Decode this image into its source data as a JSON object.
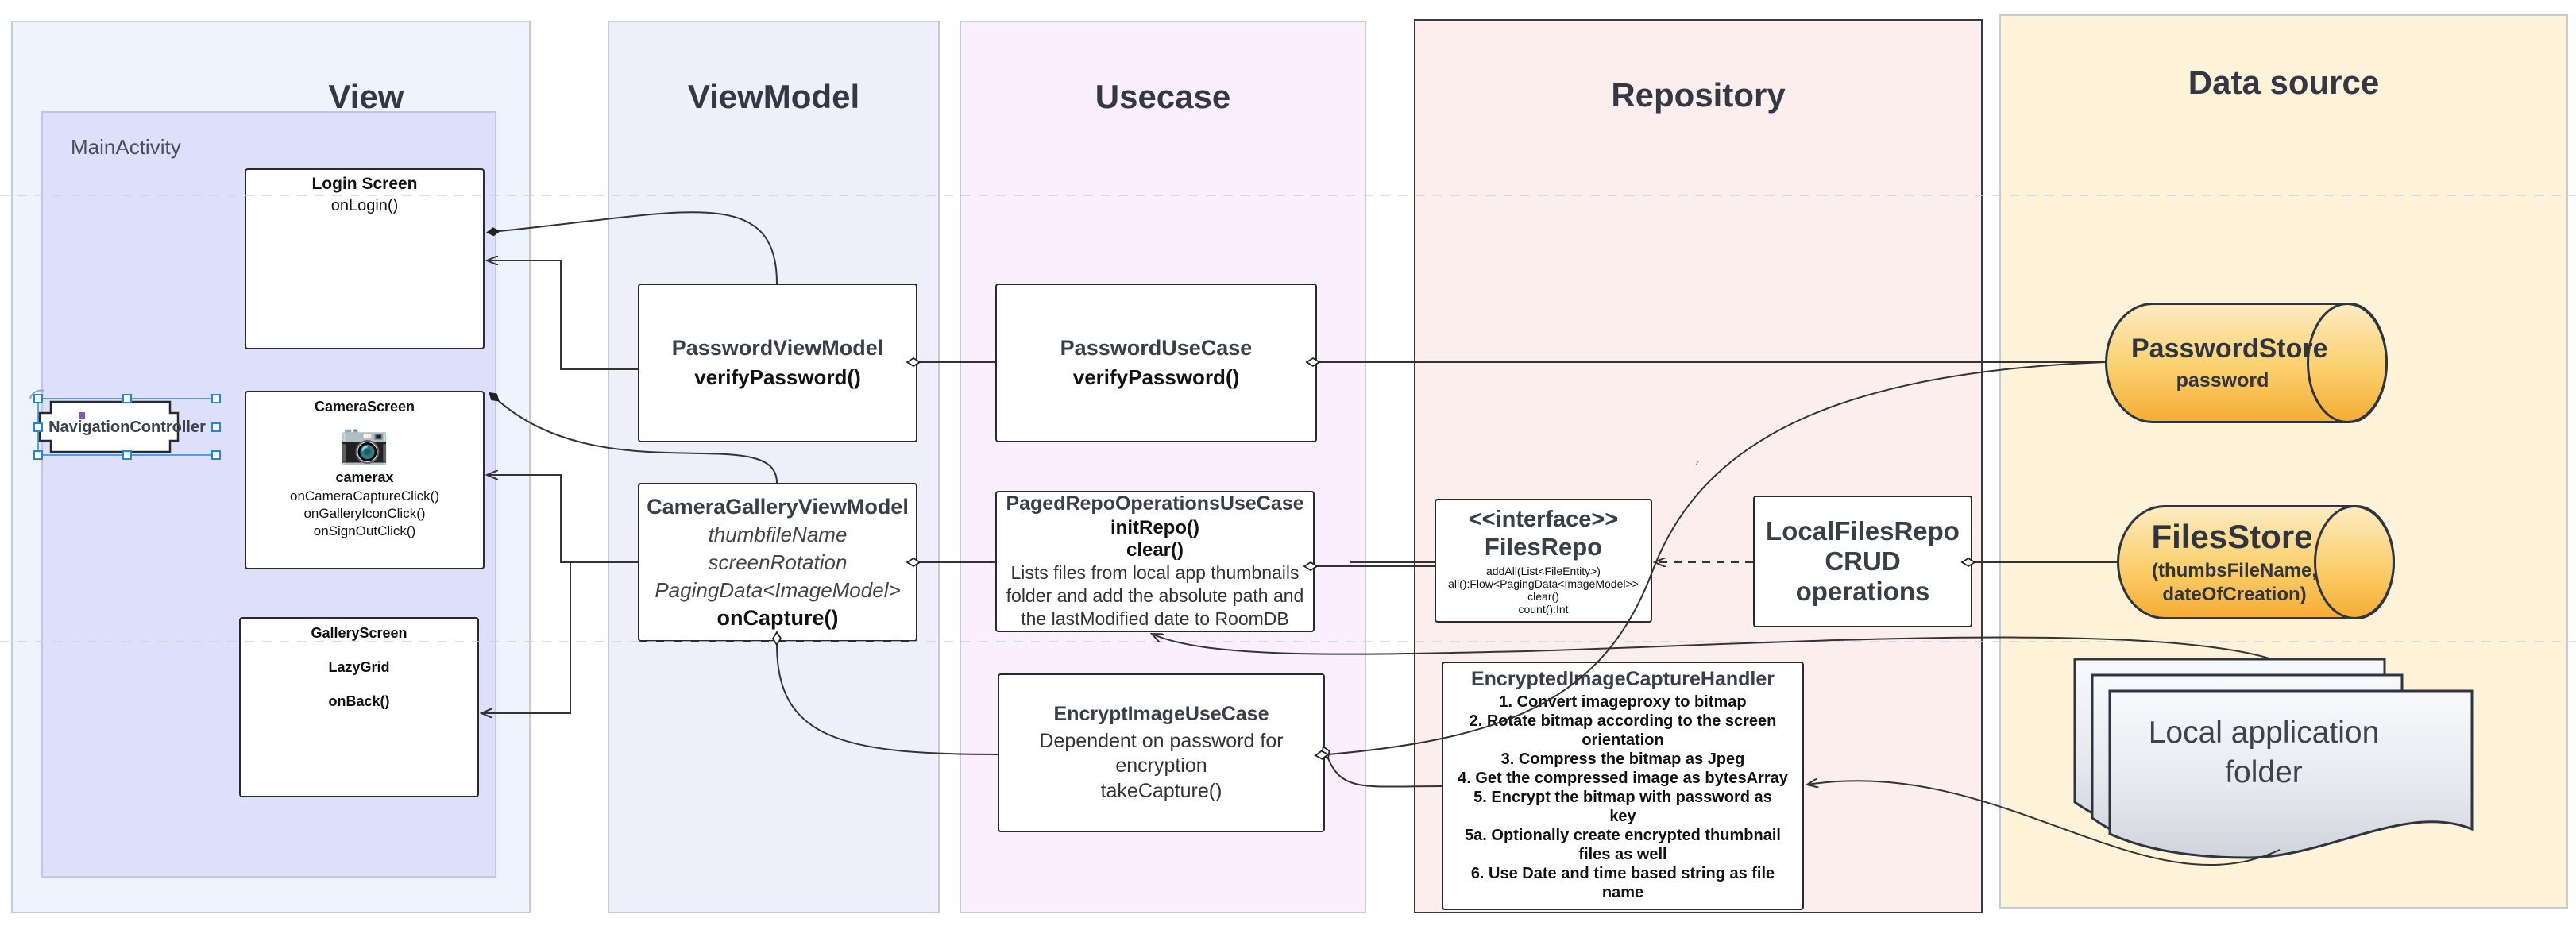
{
  "lanes": {
    "view": "View",
    "viewmodel": "ViewModel",
    "usecase": "Usecase",
    "repository": "Repository",
    "datasource": "Data source"
  },
  "main_activity": {
    "label": "MainActivity",
    "navigation_controller": "NavigationController",
    "login_screen": {
      "title": "Login Screen",
      "method": "onLogin()"
    },
    "camera_screen": {
      "title": "CameraScreen",
      "icon": "camera-icon",
      "icon_glyph": "📷",
      "library": "camerax",
      "methods": [
        "onCameraCaptureClick()",
        "onGalleryIconClick()",
        "onSignOutClick()"
      ]
    },
    "gallery_screen": {
      "title": "GalleryScreen",
      "grid": "LazyGrid",
      "method": "onBack()"
    }
  },
  "viewmodels": {
    "password": {
      "title": "PasswordViewModel",
      "method": "verifyPassword()"
    },
    "camera_gallery": {
      "title": "CameraGalleryViewModel",
      "fields": [
        "thumbfileName",
        "screenRotation",
        "PagingData<ImageModel>"
      ],
      "method": "onCapture()"
    }
  },
  "usecases": {
    "password": {
      "title": "PasswordUseCase",
      "method": "verifyPassword()"
    },
    "paged_repo": {
      "title": "PagedRepoOperationsUseCase",
      "methods": [
        "initRepo()",
        "clear()"
      ],
      "description": "Lists files from local app thumbnails folder and add the absolute path and the lastModified date to RoomDB"
    },
    "encrypt_image": {
      "title": "EncryptImageUseCase",
      "description": "Dependent on password for encryption",
      "method": "takeCapture()"
    }
  },
  "repository": {
    "files_repo": {
      "stereotype": "<<interface>>",
      "title": "FilesRepo",
      "methods": [
        "addAll(List<FileEntity>)",
        "all():Flow<PagingData<ImageModel>>",
        "clear()",
        "count():Int"
      ]
    },
    "local_files_repo": {
      "title": "LocalFilesRepo",
      "line2": "CRUD",
      "line3": "operations"
    },
    "capture_handler": {
      "title": "EncryptedImageCaptureHandler",
      "steps": [
        "1. Convert imageproxy to bitmap",
        "2. Rotate bitmap according to the screen orientation",
        "3. Compress the bitmap as Jpeg",
        "4. Get the compressed image as bytesArray",
        "5. Encrypt the bitmap with password as key",
        "5a. Optionally create encrypted thumbnail files as well",
        "6. Use Date and time based string as file name"
      ]
    }
  },
  "datasources": {
    "password_store": {
      "title": "PasswordStore",
      "field": "password"
    },
    "files_store": {
      "title": "FilesStore",
      "fields": "(thumbsFileName, dateOfCreation)"
    },
    "local_folder": {
      "title": "Local application folder"
    }
  },
  "colors": {
    "view_lane": "#edf4fe",
    "main_activity": "#dedffb",
    "viewmodel_lane": "#efeffc",
    "usecase_lane": "#fbefff",
    "repository_lane": "#fdeeee",
    "datasource_lane": "#fef2d9",
    "store_gradient_end": "#f5ad35",
    "selection_blue": "#1e88e5"
  }
}
